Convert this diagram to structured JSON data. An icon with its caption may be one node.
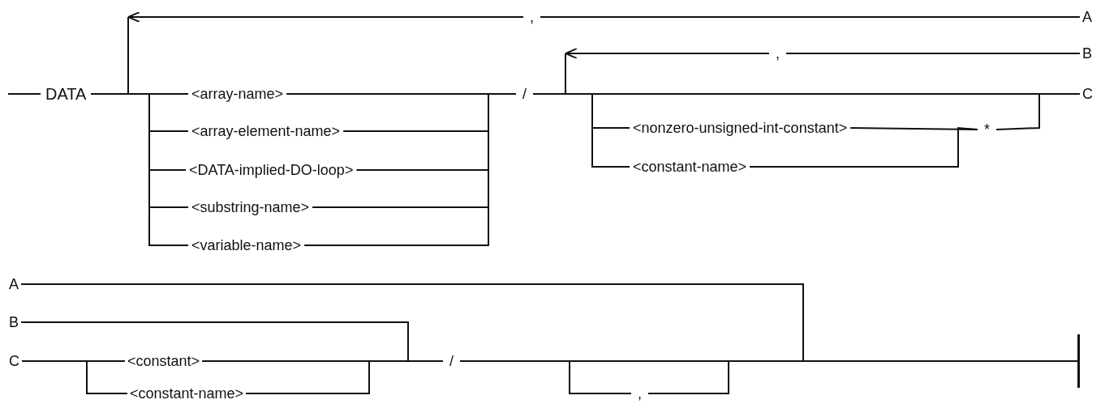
{
  "diagram": {
    "nodes": [
      {
        "text": [
          "DATA"
        ]
      },
      {
        "text": [
          ","
        ]
      },
      {
        "text": [
          "A"
        ]
      },
      {
        "text": [
          "<array-name>"
        ]
      },
      {
        "text": [
          "<array-element-name>"
        ]
      },
      {
        "text": [
          "<DATA-implied-DO-loop>"
        ]
      },
      {
        "text": [
          "<substring-name>"
        ]
      },
      {
        "text": [
          "<variable-name>"
        ]
      },
      {
        "text": [
          "/"
        ]
      },
      {
        "text": [
          ","
        ]
      },
      {
        "text": [
          "B"
        ]
      },
      {
        "text": [
          "C"
        ]
      },
      {
        "text": [
          "<nonzero-unsigned-int-constant>"
        ]
      },
      {
        "text": [
          "*"
        ]
      },
      {
        "text": [
          "<constant-name>"
        ]
      },
      {
        "text": [
          "A"
        ]
      },
      {
        "text": [
          "B"
        ]
      },
      {
        "text": [
          "C"
        ]
      },
      {
        "text": [
          "<constant>"
        ]
      },
      {
        "text": [
          "<constant-name>"
        ]
      },
      {
        "text": [
          "/"
        ]
      },
      {
        "text": [
          ","
        ]
      },
      {
        "text": [],
        "shape": "bar"
      }
    ],
    "edges": [
      {
        "from": null,
        "to": 0,
        "arrow": "none"
      },
      {
        "from": 0,
        "to": 3,
        "arrow": "none"
      },
      {
        "from": 0,
        "to": 4,
        "arrow": "none"
      },
      {
        "from": 0,
        "to": 5,
        "arrow": "none"
      },
      {
        "from": 0,
        "to": 6,
        "arrow": "none"
      },
      {
        "from": 0,
        "to": 7,
        "arrow": "none"
      },
      {
        "from": 3,
        "to": 8,
        "arrow": "none"
      },
      {
        "from": 4,
        "to": 8,
        "arrow": "none"
      },
      {
        "from": 5,
        "to": 8,
        "arrow": "none"
      },
      {
        "from": 6,
        "to": 8,
        "arrow": "none"
      },
      {
        "from": 7,
        "to": 8,
        "arrow": "none"
      },
      {
        "from": 1,
        "to": null,
        "arrow": "to"
      },
      {
        "from": 1,
        "to": 2,
        "arrow": "none"
      },
      {
        "from": 8,
        "to": 11,
        "arrow": "none"
      },
      {
        "from": 9,
        "to": null,
        "arrow": "to"
      },
      {
        "from": 9,
        "to": 10,
        "arrow": "none"
      },
      {
        "from": 8,
        "to": 12,
        "arrow": "none"
      },
      {
        "from": 8,
        "to": 14,
        "arrow": "none"
      },
      {
        "from": 12,
        "to": 13,
        "arrow": "none"
      },
      {
        "from": 14,
        "to": 13,
        "arrow": "none"
      },
      {
        "from": 13,
        "to": 11,
        "arrow": "none"
      },
      {
        "from": 15,
        "to": 22,
        "arrow": "none"
      },
      {
        "from": 16,
        "to": 20,
        "arrow": "none"
      },
      {
        "from": 17,
        "to": 18,
        "arrow": "none"
      },
      {
        "from": 17,
        "to": 19,
        "arrow": "none"
      },
      {
        "from": 18,
        "to": 20,
        "arrow": "none"
      },
      {
        "from": 19,
        "to": 20,
        "arrow": "none"
      },
      {
        "from": 20,
        "to": 22,
        "arrow": "none"
      },
      {
        "from": 20,
        "to": 21,
        "arrow": "none"
      },
      {
        "from": 21,
        "to": 22,
        "arrow": "none"
      }
    ]
  }
}
